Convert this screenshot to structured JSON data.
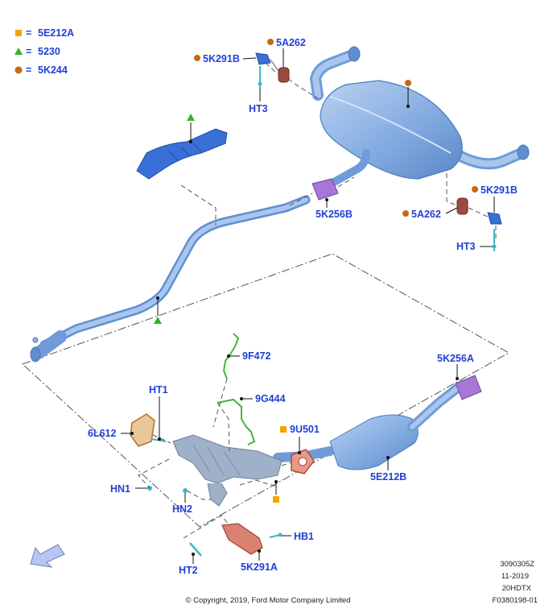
{
  "legend": [
    {
      "symbol": "square",
      "color": "#f5a300",
      "eq": "=",
      "code": "5E212A"
    },
    {
      "symbol": "triangle",
      "color": "#2db52d",
      "eq": "=",
      "code": "5230"
    },
    {
      "symbol": "circle",
      "color": "#c26a12",
      "eq": "=",
      "code": "5K244"
    }
  ],
  "labels": {
    "5K291B_top": "5K291B",
    "5A262_top": "5A262",
    "HT3_top": "HT3",
    "5K256B": "5K256B",
    "5K291B_right": "5K291B",
    "5A262_right": "5A262",
    "HT3_right": "HT3",
    "9F472": "9F472",
    "9G444": "9G444",
    "5K256A": "5K256A",
    "HT1": "HT1",
    "6L612": "6L612",
    "9U501": "9U501",
    "5E212B": "5E212B",
    "HN1": "HN1",
    "HN2": "HN2",
    "HB1": "HB1",
    "HT2": "HT2",
    "5K291A": "5K291A"
  },
  "footer": {
    "ref1": "3090305Z",
    "date": "11-2019",
    "model": "20HDTX",
    "fig": "F0380198-01",
    "copyright": "© Copyright, 2019, Ford Motor Company Limited"
  },
  "colors": {
    "pipe": "#8fb4e6",
    "pipe_dark": "#5f8fcf",
    "label": "#1f3fd8",
    "hanger": "#a876d6",
    "gasket": "#c9705a",
    "clamp": "#3a6fd8",
    "sensor": "#3db83d",
    "marker_square": "#f5a300",
    "marker_triangle": "#2db52d",
    "marker_circle": "#c26a12"
  }
}
